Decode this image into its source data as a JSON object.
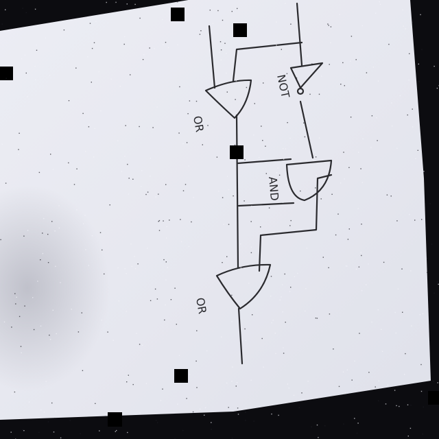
{
  "diagram": {
    "gates": [
      {
        "id": "or-1",
        "type": "OR",
        "label": "OR"
      },
      {
        "id": "not-1",
        "type": "NOT",
        "label": "NOT"
      },
      {
        "id": "and-1",
        "type": "AND",
        "label": "AND"
      },
      {
        "id": "or-2",
        "type": "OR",
        "label": "OR"
      }
    ]
  },
  "colors": {
    "background": "#0c0c10",
    "paper": "#e9eaf1",
    "ink": "#2a2a2e"
  }
}
